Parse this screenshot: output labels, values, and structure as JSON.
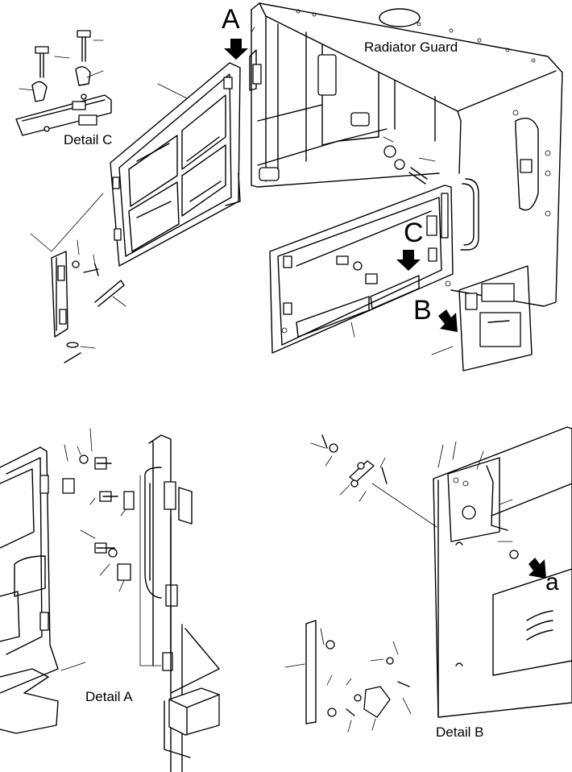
{
  "labels": {
    "radiator_guard": "Radiator Guard",
    "detail_a": "Detail A",
    "detail_b": "Detail B",
    "detail_c": "Detail C",
    "marker_a": "A",
    "marker_b": "B",
    "marker_c": "C",
    "marker_a_lower": "a"
  }
}
